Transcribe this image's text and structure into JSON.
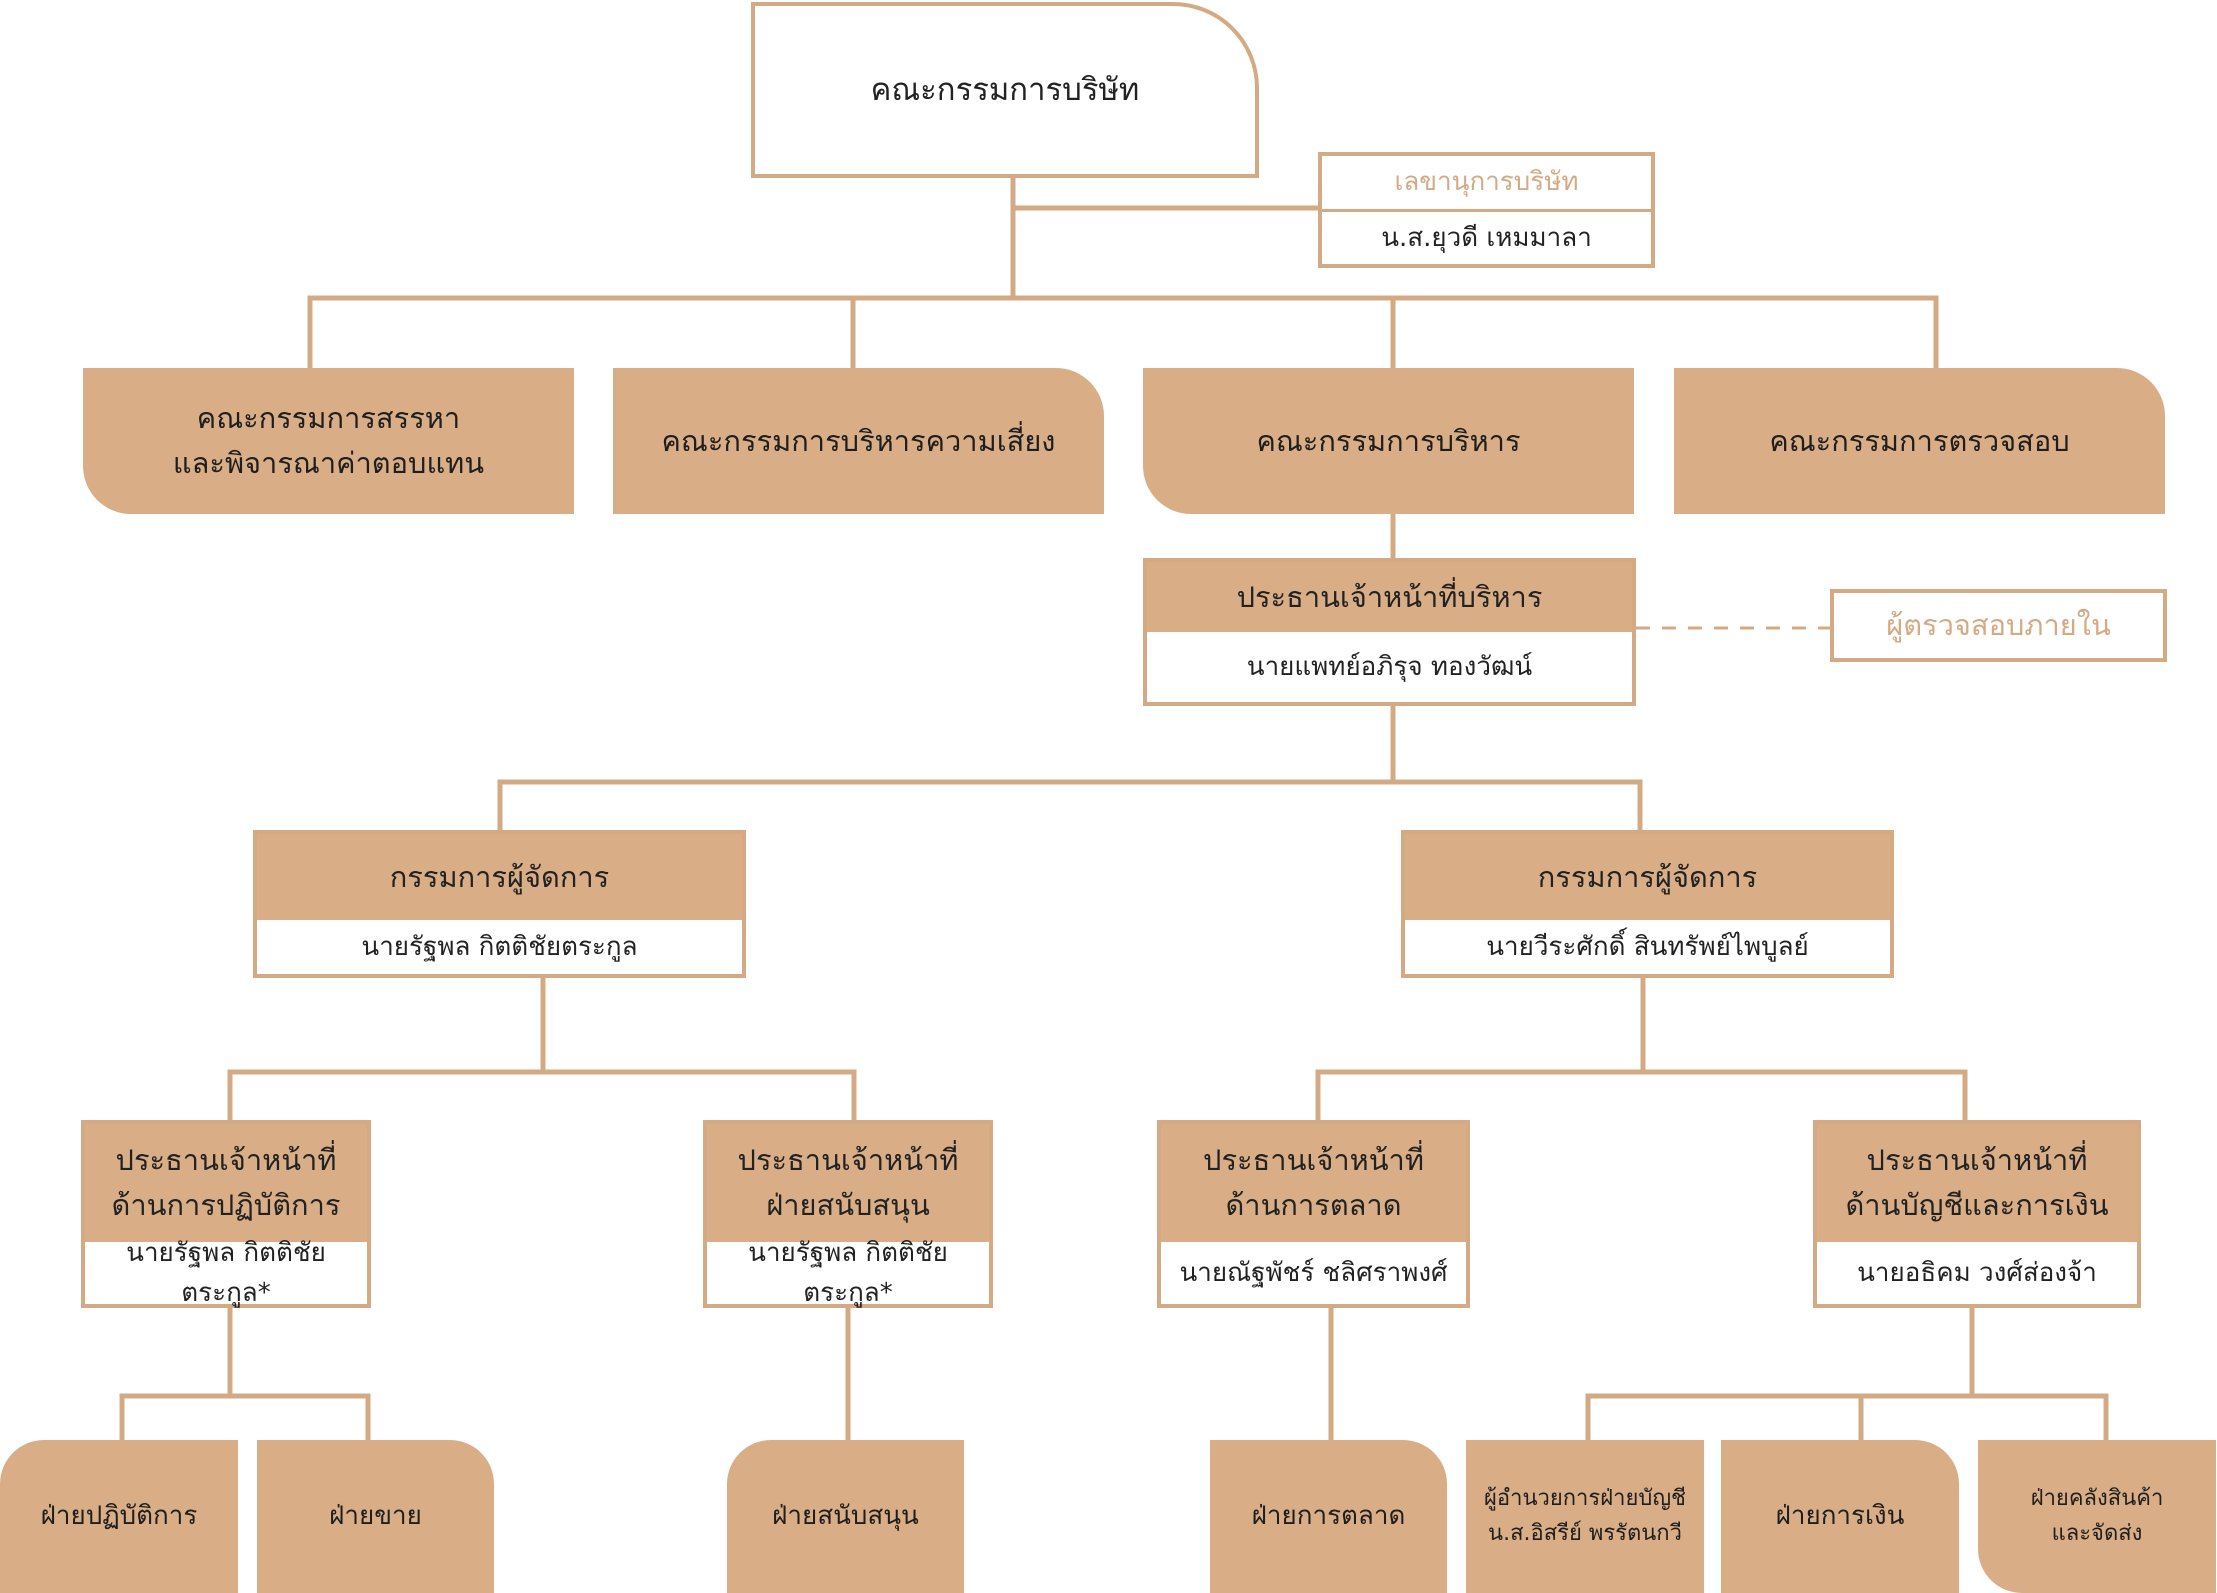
{
  "board": "คณะกรรมการบริษัท",
  "secretary": {
    "title": "เลขานุการบริษัท",
    "name": "น.ส.ยุวดี เหมมาลา"
  },
  "committees": [
    "คณะกรรมการสรรหา\nและพิจารณาค่าตอบแทน",
    "คณะกรรมการบริหารความเสี่ยง",
    "คณะกรรมการบริหาร",
    "คณะกรรมการตรวจสอบ"
  ],
  "ceo": {
    "title": "ประธานเจ้าหน้าที่บริหาร",
    "name": "นายแพทย์อภิรุจ ทองวัฒน์"
  },
  "internal_audit": "ผู้ตรวจสอบภายใน",
  "managing_directors": [
    {
      "title": "กรรมการผู้จัดการ",
      "name": "นายรัฐพล กิตติชัยตระกูล"
    },
    {
      "title": "กรรมการผู้จัดการ",
      "name": "นายวีระศักดิ์ สินทรัพย์ไพบูลย์"
    }
  ],
  "chiefs": [
    {
      "title": "ประธานเจ้าหน้าที่\nด้านการปฏิบัติการ",
      "name": "นายรัฐพล กิตติชัยตระกูล*"
    },
    {
      "title": "ประธานเจ้าหน้าที่\nฝ่ายสนับสนุน",
      "name": "นายรัฐพล กิตติชัยตระกูล*"
    },
    {
      "title": "ประธานเจ้าหน้าที่\nด้านการตลาด",
      "name": "นายณัฐพัชร์ ชลิศราพงศ์"
    },
    {
      "title": "ประธานเจ้าหน้าที่\nด้านบัญชีและการเงิน",
      "name": "นายอธิคม วงศ์ส่องจ้า"
    }
  ],
  "departments": [
    {
      "label": "ฝ่ายปฏิบัติการ"
    },
    {
      "label": "ฝ่ายขาย"
    },
    {
      "label": "ฝ่ายสนับสนุน"
    },
    {
      "label": "ฝ่ายการตลาด"
    },
    {
      "label": "ผู้อำนวยการฝ่ายบัญชี",
      "sub": "น.ส.อิสรีย์ พรรัตนกวี"
    },
    {
      "label": "ฝ่ายการเงิน"
    },
    {
      "label": "ฝ่ายคลังสินค้า\nและจัดส่ง"
    }
  ]
}
